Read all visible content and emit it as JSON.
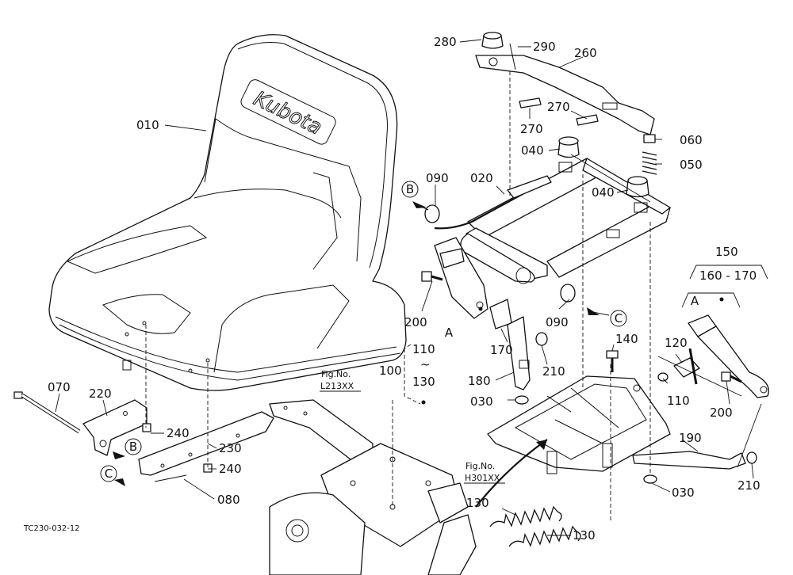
{
  "figure_code": "TC230-032-12",
  "logo_text": "Kubota",
  "callouts": [
    {
      "id": "c280",
      "label": "280"
    },
    {
      "id": "c290",
      "label": "290"
    },
    {
      "id": "c260",
      "label": "260"
    },
    {
      "id": "c270a",
      "label": "270"
    },
    {
      "id": "c270b",
      "label": "270"
    },
    {
      "id": "c010",
      "label": "010"
    },
    {
      "id": "c040a",
      "label": "040"
    },
    {
      "id": "c060",
      "label": "060"
    },
    {
      "id": "c050",
      "label": "050"
    },
    {
      "id": "c090a",
      "label": "090"
    },
    {
      "id": "c020",
      "label": "020"
    },
    {
      "id": "c040b",
      "label": "040"
    },
    {
      "id": "c150",
      "label": "150"
    },
    {
      "id": "c160",
      "label": "160 - 170"
    },
    {
      "id": "c200a",
      "label": "200"
    },
    {
      "id": "c090b",
      "label": "090"
    },
    {
      "id": "c170",
      "label": "170"
    },
    {
      "id": "c110r",
      "label": "110"
    },
    {
      "id": "ctilde",
      "label": "~"
    },
    {
      "id": "c130r",
      "label": "130"
    },
    {
      "id": "c100",
      "label": "100"
    },
    {
      "id": "c140",
      "label": "140"
    },
    {
      "id": "c120",
      "label": "120"
    },
    {
      "id": "c180",
      "label": "180"
    },
    {
      "id": "c210a",
      "label": "210"
    },
    {
      "id": "c030a",
      "label": "030"
    },
    {
      "id": "c110b",
      "label": "110"
    },
    {
      "id": "c200b",
      "label": "200"
    },
    {
      "id": "c070",
      "label": "070"
    },
    {
      "id": "c220",
      "label": "220"
    },
    {
      "id": "c240a",
      "label": "240"
    },
    {
      "id": "c230",
      "label": "230"
    },
    {
      "id": "c240b",
      "label": "240"
    },
    {
      "id": "c080",
      "label": "080"
    },
    {
      "id": "c190",
      "label": "190"
    },
    {
      "id": "c210b",
      "label": "210"
    },
    {
      "id": "c030b",
      "label": "030"
    },
    {
      "id": "c130a",
      "label": "130"
    },
    {
      "id": "c130b",
      "label": "130"
    }
  ],
  "view_letters": {
    "A1": "A",
    "A2": "A",
    "B1": "B",
    "B2": "B",
    "C1": "C",
    "C2": "C"
  },
  "figure_refs": [
    {
      "id": "r1",
      "label": "Fig.No.",
      "code": "L213XX"
    },
    {
      "id": "r2",
      "label": "Fig.No.",
      "code": "H301XX"
    }
  ]
}
